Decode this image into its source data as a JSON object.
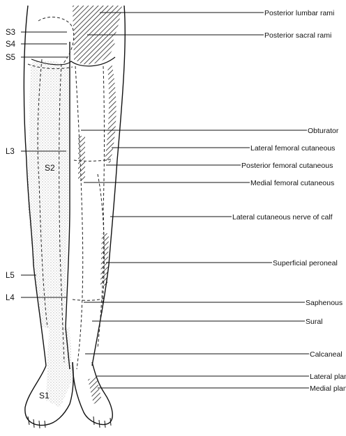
{
  "figure": {
    "right_labels": [
      "Posterior lumbar rami",
      "Posterior sacral rami",
      "Obturator",
      "Lateral femoral cutaneous",
      "Posterior femoral cutaneous",
      "Medial femoral cutaneous",
      "Lateral cutaneous nerve of calf",
      "Superficial peroneal",
      "Saphenous",
      "Sural",
      "Calcaneal",
      "Lateral plantar",
      "Medial plantar"
    ],
    "left_labels": [
      "S3",
      "S4",
      "S5",
      "L3",
      "L5",
      "L4"
    ],
    "region_labels": [
      "S2",
      "S1"
    ]
  }
}
